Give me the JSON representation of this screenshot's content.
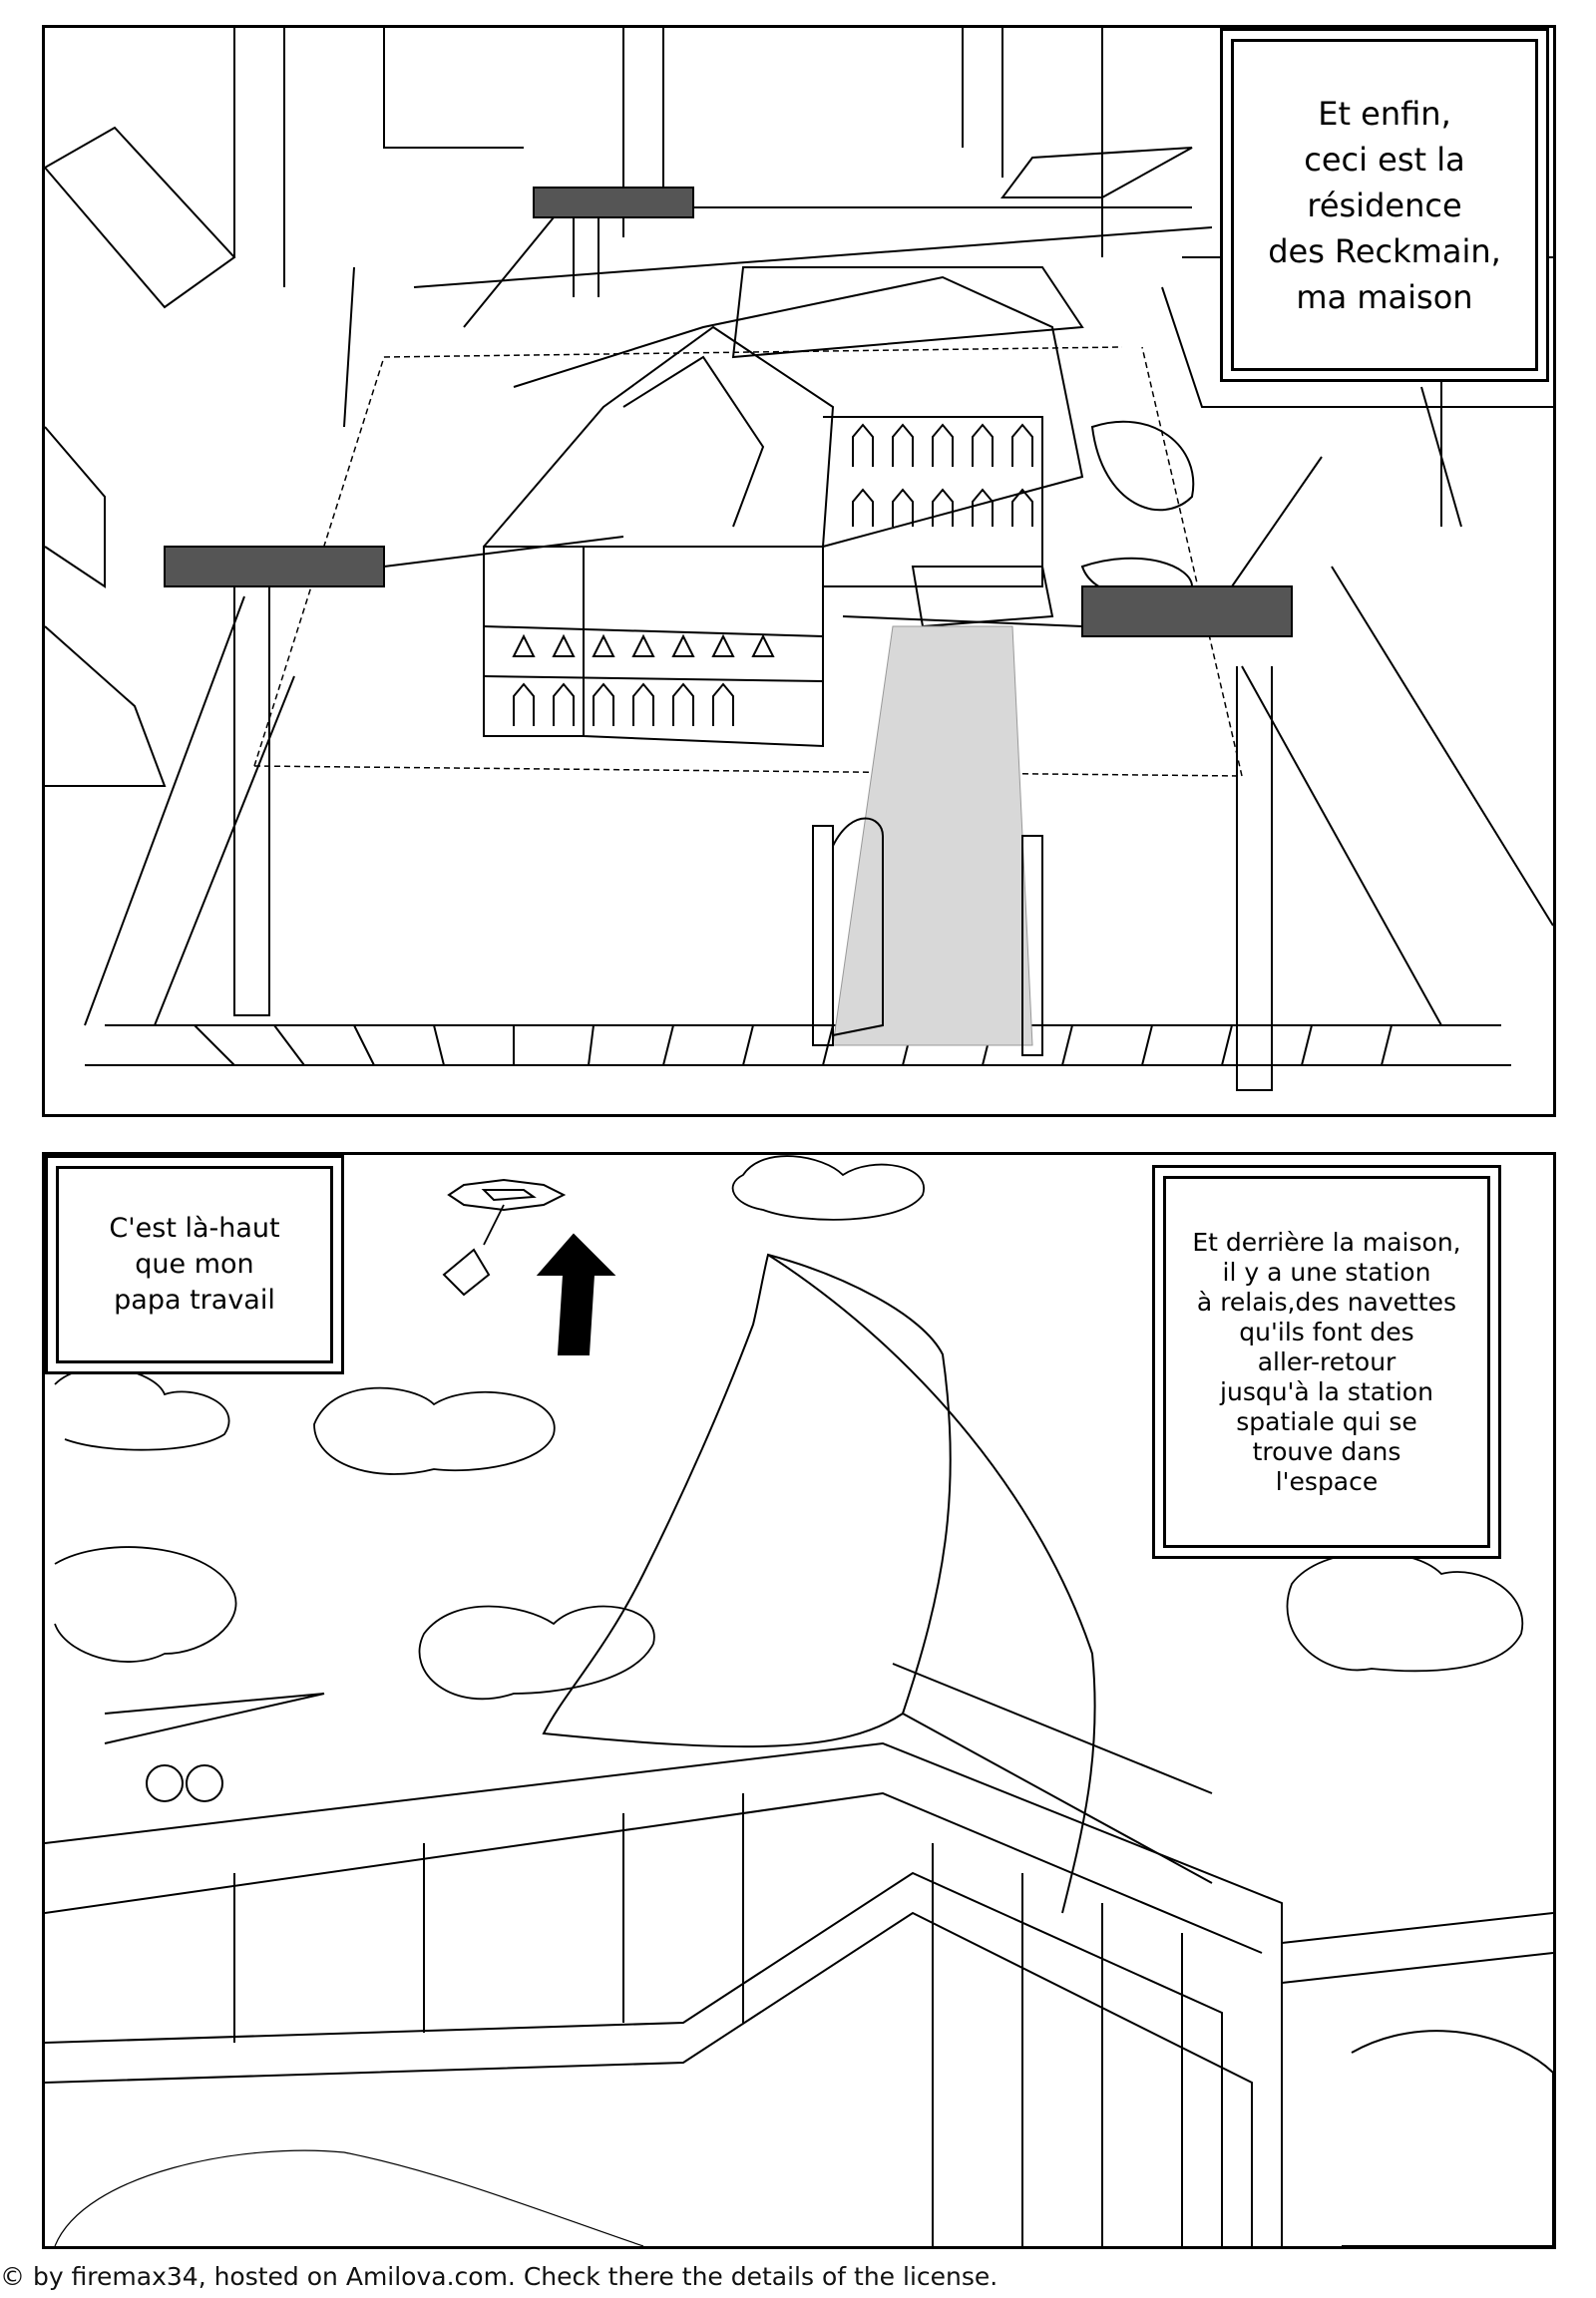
{
  "panel1": {
    "caption_lines": [
      "Et enfin,",
      "ceci est la",
      "résidence",
      "des Reckmain,",
      "ma maison"
    ]
  },
  "panel2": {
    "caption_left_lines": [
      "C'est là-haut",
      "que mon",
      "papa travail"
    ],
    "caption_right_lines": [
      "Et derrière la maison,",
      "il y a une station",
      "à relais,des navettes",
      "qu'ils font des",
      "aller-retour",
      "jusqu'à la station",
      "spatiale qui se",
      "trouve dans",
      "l'espace"
    ]
  },
  "footer": {
    "credit": "© by firemax34, hosted on Amilova.com. Check there the details of the license."
  }
}
